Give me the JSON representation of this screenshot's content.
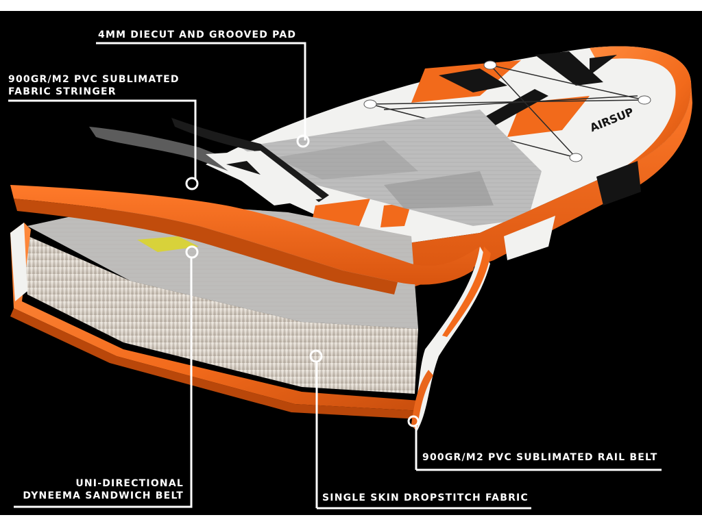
{
  "callouts": {
    "pad": {
      "text": "4MM DIECUT AND GROOVED PAD"
    },
    "stringer": {
      "line1": "900GR/M2 PVC SUBLIMATED",
      "line2": "FABRIC STRINGER"
    },
    "sandwich_belt": {
      "line1": "UNI-DIRECTIONAL",
      "line2": "DYNEEMA SANDWICH BELT"
    },
    "dropstitch": {
      "text": "SINGLE SKIN DROPSTITCH FABRIC"
    },
    "rail_belt": {
      "text": "900GR/M2 PVC SUBLIMATED RAIL BELT"
    }
  },
  "board_logo": {
    "text": "AIRSUP"
  },
  "colors": {
    "background": "#000000",
    "board_orange": "#f26a1b",
    "board_white": "#f2f2f0",
    "pad_grey": "#b5b5b5",
    "callout_line": "#ffffff"
  }
}
